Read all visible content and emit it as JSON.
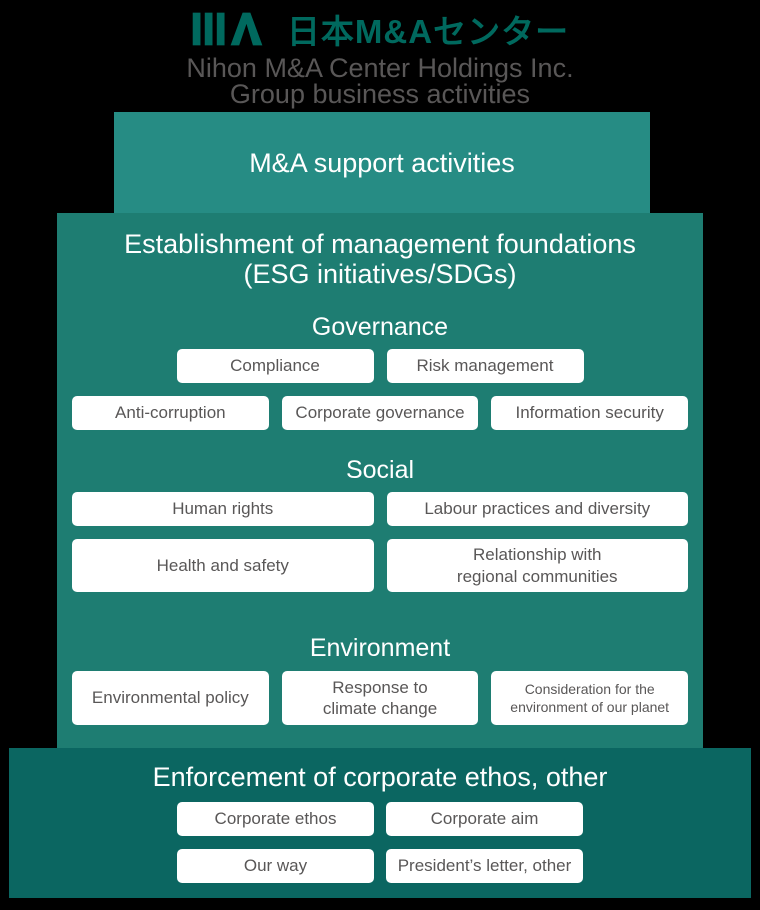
{
  "colors": {
    "logo_teal": "#00695E",
    "subtitle_gray": "#595757",
    "top_box": "#268C84",
    "middle_box": "#1E7D72",
    "bottom_box": "#0B6661",
    "card_bg": "#FFFFFF",
    "card_text": "#595757"
  },
  "header": {
    "logo_text": "日本M&Aセンター",
    "line1": "Nihon M&A Center Holdings Inc.",
    "line2": "Group business activities"
  },
  "top_box": {
    "label": "M&A support activities"
  },
  "esg_box": {
    "title_line1": "Establishment of management foundations",
    "title_line2": "(ESG initiatives/SDGs)",
    "sections": [
      {
        "heading": "Governance",
        "rows": [
          [
            {
              "label": "Compliance"
            },
            {
              "label": "Risk management"
            }
          ],
          [
            {
              "label": "Anti-corruption"
            },
            {
              "label": "Corporate governance"
            },
            {
              "label": "Information security"
            }
          ]
        ]
      },
      {
        "heading": "Social",
        "rows": [
          [
            {
              "label": "Human rights"
            },
            {
              "label": "Labour practices and diversity"
            }
          ],
          [
            {
              "label": "Health and safety"
            },
            {
              "label": "Relationship with\nregional communities"
            }
          ]
        ]
      },
      {
        "heading": "Environment",
        "rows": [
          [
            {
              "label": "Environmental policy"
            },
            {
              "label": "Response to\nclimate change"
            },
            {
              "label": "Consideration for the\nenvironment of our planet",
              "small": true
            }
          ]
        ]
      }
    ]
  },
  "bottom_box": {
    "title": "Enforcement of corporate ethos, other",
    "rows": [
      [
        {
          "label": "Corporate ethos"
        },
        {
          "label": "Corporate aim"
        }
      ],
      [
        {
          "label": "Our way"
        },
        {
          "label": "President’s letter, other"
        }
      ]
    ]
  }
}
